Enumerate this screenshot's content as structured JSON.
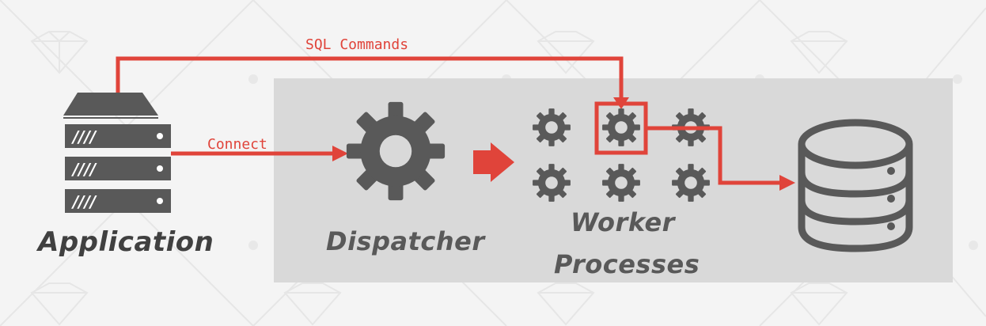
{
  "nodes": {
    "application": "Application",
    "dispatcher": "Dispatcher",
    "worker_line1": "Worker",
    "worker_line2": "Processes"
  },
  "edges": {
    "sql_commands": "SQL Commands",
    "connect": "Connect"
  },
  "colors": {
    "accent": "#e0443a",
    "icon": "#595959",
    "panel": "#d9d9d9",
    "background": "#f4f4f4"
  },
  "icons": [
    "server-icon",
    "gear-icon",
    "database-icon",
    "arrow-right-icon"
  ],
  "worker_grid": {
    "rows": 2,
    "cols": 3,
    "highlighted": "row 1, col 2"
  }
}
